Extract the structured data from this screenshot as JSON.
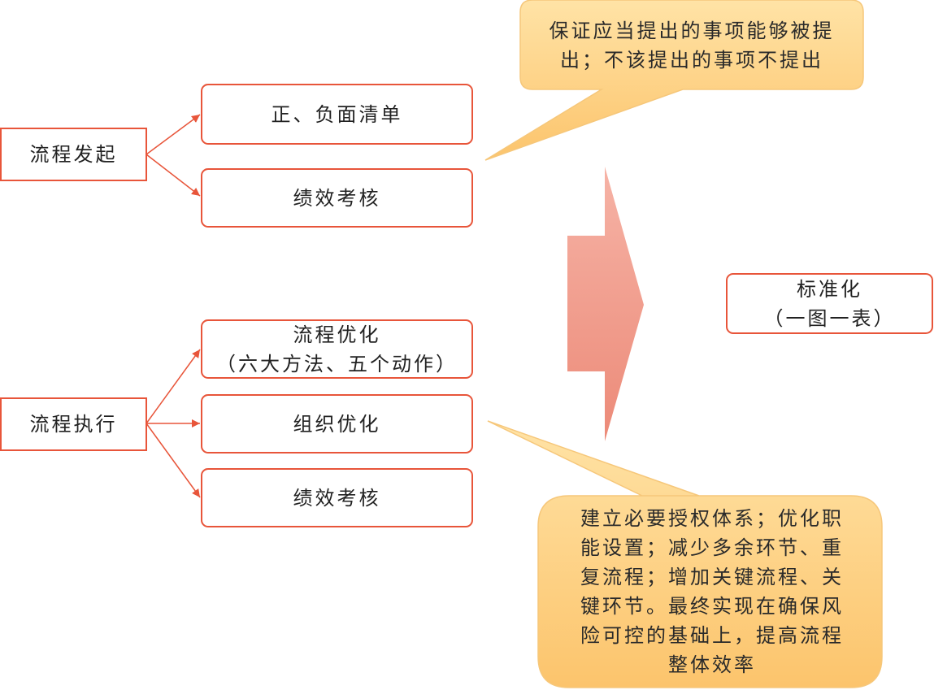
{
  "colors": {
    "box_border": "#e8553a",
    "connector": "#e8553a",
    "arrow_light": "#f6b3a6",
    "arrow_dark": "#ec8a78",
    "callout_light": "#ffe3a6",
    "callout_dark": "#fcc46c",
    "callout_border": "#f6c77a"
  },
  "left": {
    "initiate": "流程发起",
    "execute": "流程执行"
  },
  "top_branch": {
    "list": "正、负面清单",
    "assessment": "绩效考核"
  },
  "bottom_branch": {
    "process_opt_line1": "流程优化",
    "process_opt_line2": "（六大方法、五个动作）",
    "org_opt": "组织优化",
    "assessment": "绩效考核"
  },
  "result": {
    "line1": "标准化",
    "line2": "（一图一表）"
  },
  "callout_top": {
    "lines": [
      "保证应当提出的事项能够被提",
      "出；不该提出的事项不提出"
    ]
  },
  "callout_bottom": {
    "lines": [
      "建立必要授权体系；优化职",
      "能设置；减少多余环节、重",
      "复流程；增加关键流程、关",
      "键环节。最终实现在确保风",
      "险可控的基础上，提高流程",
      "整体效率"
    ]
  }
}
